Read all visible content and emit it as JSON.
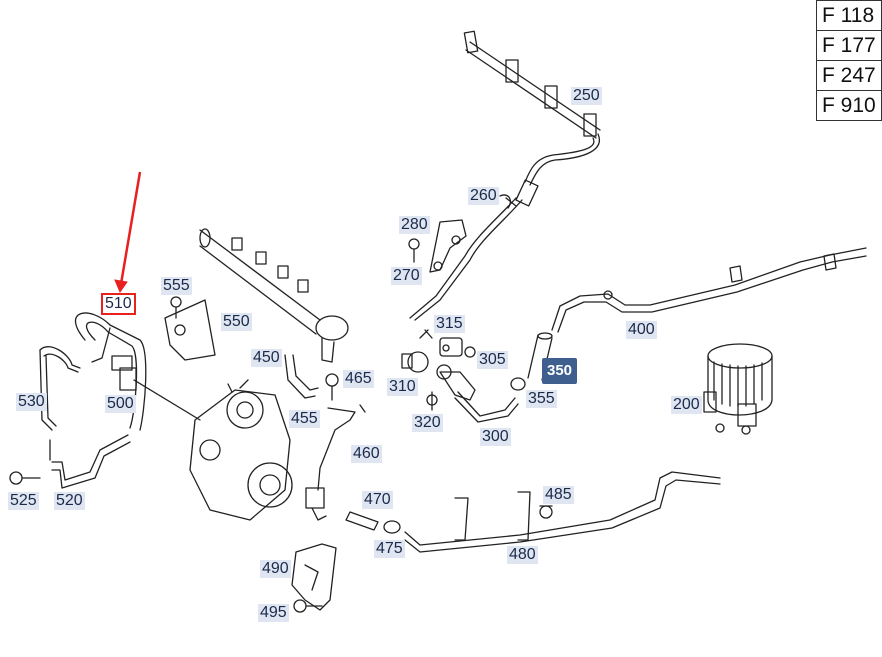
{
  "ref_codes": [
    "F 118",
    "F 177",
    "F 247",
    "F 910"
  ],
  "labels": {
    "p250": "250",
    "p260": "260",
    "p280": "280",
    "p270": "270",
    "p315": "315",
    "p305": "305",
    "p310": "310",
    "p320": "320",
    "p300": "300",
    "p350": "350",
    "p355": "355",
    "p400": "400",
    "p200": "200",
    "p555": "555",
    "p510": "510",
    "p550": "550",
    "p450": "450",
    "p465": "465",
    "p455": "455",
    "p530": "530",
    "p500": "500",
    "p525": "525",
    "p520": "520",
    "p460": "460",
    "p470": "470",
    "p475": "475",
    "p485": "485",
    "p480": "480",
    "p490": "490",
    "p495": "495"
  },
  "selected_part": "510",
  "highlighted_part": "350",
  "colors": {
    "label_bg": "#dfe6f1",
    "highlight_bg": "#3f5f8f",
    "selection": "#e8201f"
  }
}
